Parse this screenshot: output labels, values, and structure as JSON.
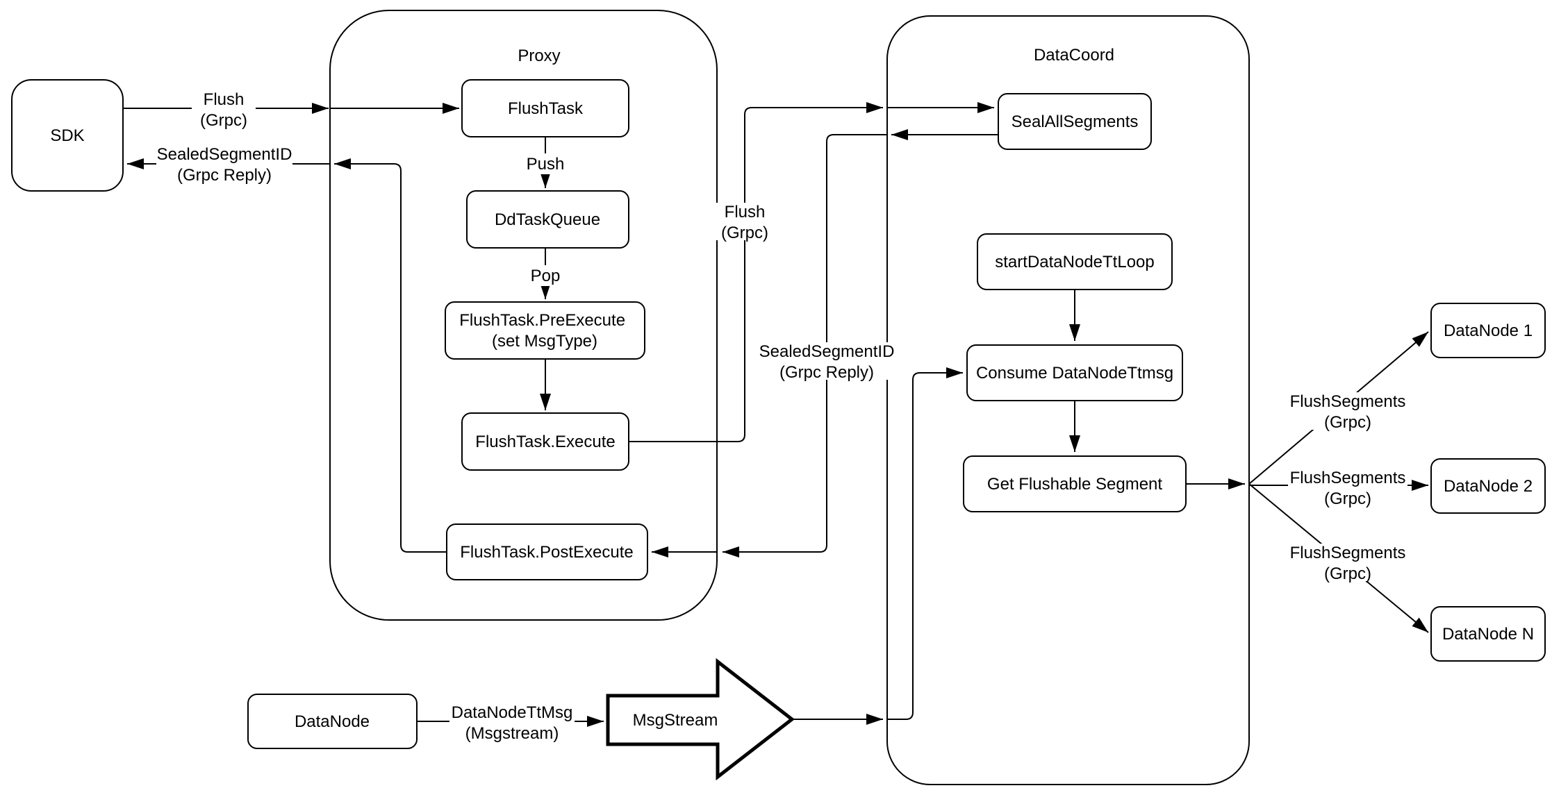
{
  "diagram": {
    "title_hint": "Flush flow architecture diagram",
    "colors": {
      "stroke": "#000000",
      "fill": "#ffffff",
      "text": "#000000",
      "background": "#ffffff"
    },
    "containers": {
      "proxy": {
        "title": "Proxy"
      },
      "datacoord": {
        "title": "DataCoord"
      }
    },
    "nodes": {
      "sdk": {
        "label": "SDK"
      },
      "flush_task": {
        "label": "FlushTask"
      },
      "dd_task_queue": {
        "label": "DdTaskQueue"
      },
      "pre_execute": {
        "line1": "FlushTask.PreExecute",
        "line2": "(set MsgType)"
      },
      "execute": {
        "label": "FlushTask.Execute"
      },
      "post_execute": {
        "label": "FlushTask.PostExecute"
      },
      "seal_all_segments": {
        "label": "SealAllSegments"
      },
      "start_datanode_tt_loop": {
        "label": "startDataNodeTtLoop"
      },
      "consume_datanode_ttmsg": {
        "label": "Consume DataNodeTtmsg"
      },
      "get_flushable_segment": {
        "label": "Get Flushable Segment"
      },
      "datanode_1": {
        "label": "DataNode 1"
      },
      "datanode_2": {
        "label": "DataNode 2"
      },
      "datanode_n": {
        "label": "DataNode N"
      },
      "datanode": {
        "label": "DataNode"
      },
      "msgstream": {
        "label": "MsgStream"
      }
    },
    "edge_labels": {
      "flush_grpc_sdk": {
        "line1": "Flush",
        "line2": "(Grpc)"
      },
      "sealed_segment_id_sdk": {
        "line1": "SealedSegmentID",
        "line2": "(Grpc Reply)"
      },
      "push": {
        "label": "Push"
      },
      "pop": {
        "label": "Pop"
      },
      "flush_grpc_mid": {
        "line1": "Flush",
        "line2": "(Grpc)"
      },
      "sealed_segment_id_mid": {
        "line1": "SealedSegmentID",
        "line2": "(Grpc Reply)"
      },
      "flush_segments_1": {
        "line1": "FlushSegments",
        "line2": "(Grpc)"
      },
      "flush_segments_2": {
        "line1": "FlushSegments",
        "line2": "(Grpc)"
      },
      "flush_segments_3": {
        "line1": "FlushSegments",
        "line2": "(Grpc)"
      },
      "datanode_ttmsg": {
        "line1": "DataNodeTtMsg",
        "line2": "(Msgstream)"
      }
    }
  }
}
